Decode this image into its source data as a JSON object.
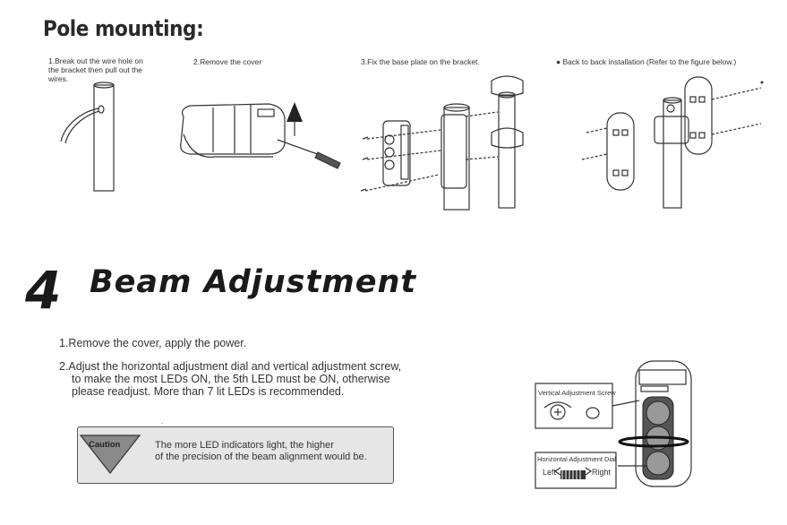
{
  "pole_mounting": {
    "title": "Pole mounting:",
    "steps": [
      {
        "text_lines": [
          "1.Break out the wire hole on",
          "the bracket then pull out the",
          "wires."
        ]
      },
      {
        "text_lines": [
          "2.Remove the cover"
        ]
      },
      {
        "text_lines": [
          "3.Fix the base plate on the bracket."
        ]
      },
      {
        "text_lines": [
          "Back to back installation (Refer to the figure below.)"
        ]
      }
    ]
  },
  "beam_adjustment": {
    "number": "4",
    "title": "Beam Adjustment",
    "instructions": [
      {
        "lines": [
          "1.Remove the cover, apply the power."
        ]
      },
      {
        "lines": [
          "2.Adjust the horizontal adjustment dial and vertical adjustment screw,",
          "to make the most LEDs ON, the 5th LED must be ON, otherwise",
          "please readjust. More than 7 lit LEDs is recommended."
        ]
      }
    ],
    "caution": {
      "label": "Caution",
      "lines": [
        "The more LED indicators light, the higher",
        "of the precision of the beam alignment would be."
      ]
    },
    "diagram": {
      "vertical_label": "Vertical Adjustment Screw",
      "horizontal_label": "Horizontal Adjustment Dial",
      "left": "Left",
      "right": "Right"
    }
  }
}
